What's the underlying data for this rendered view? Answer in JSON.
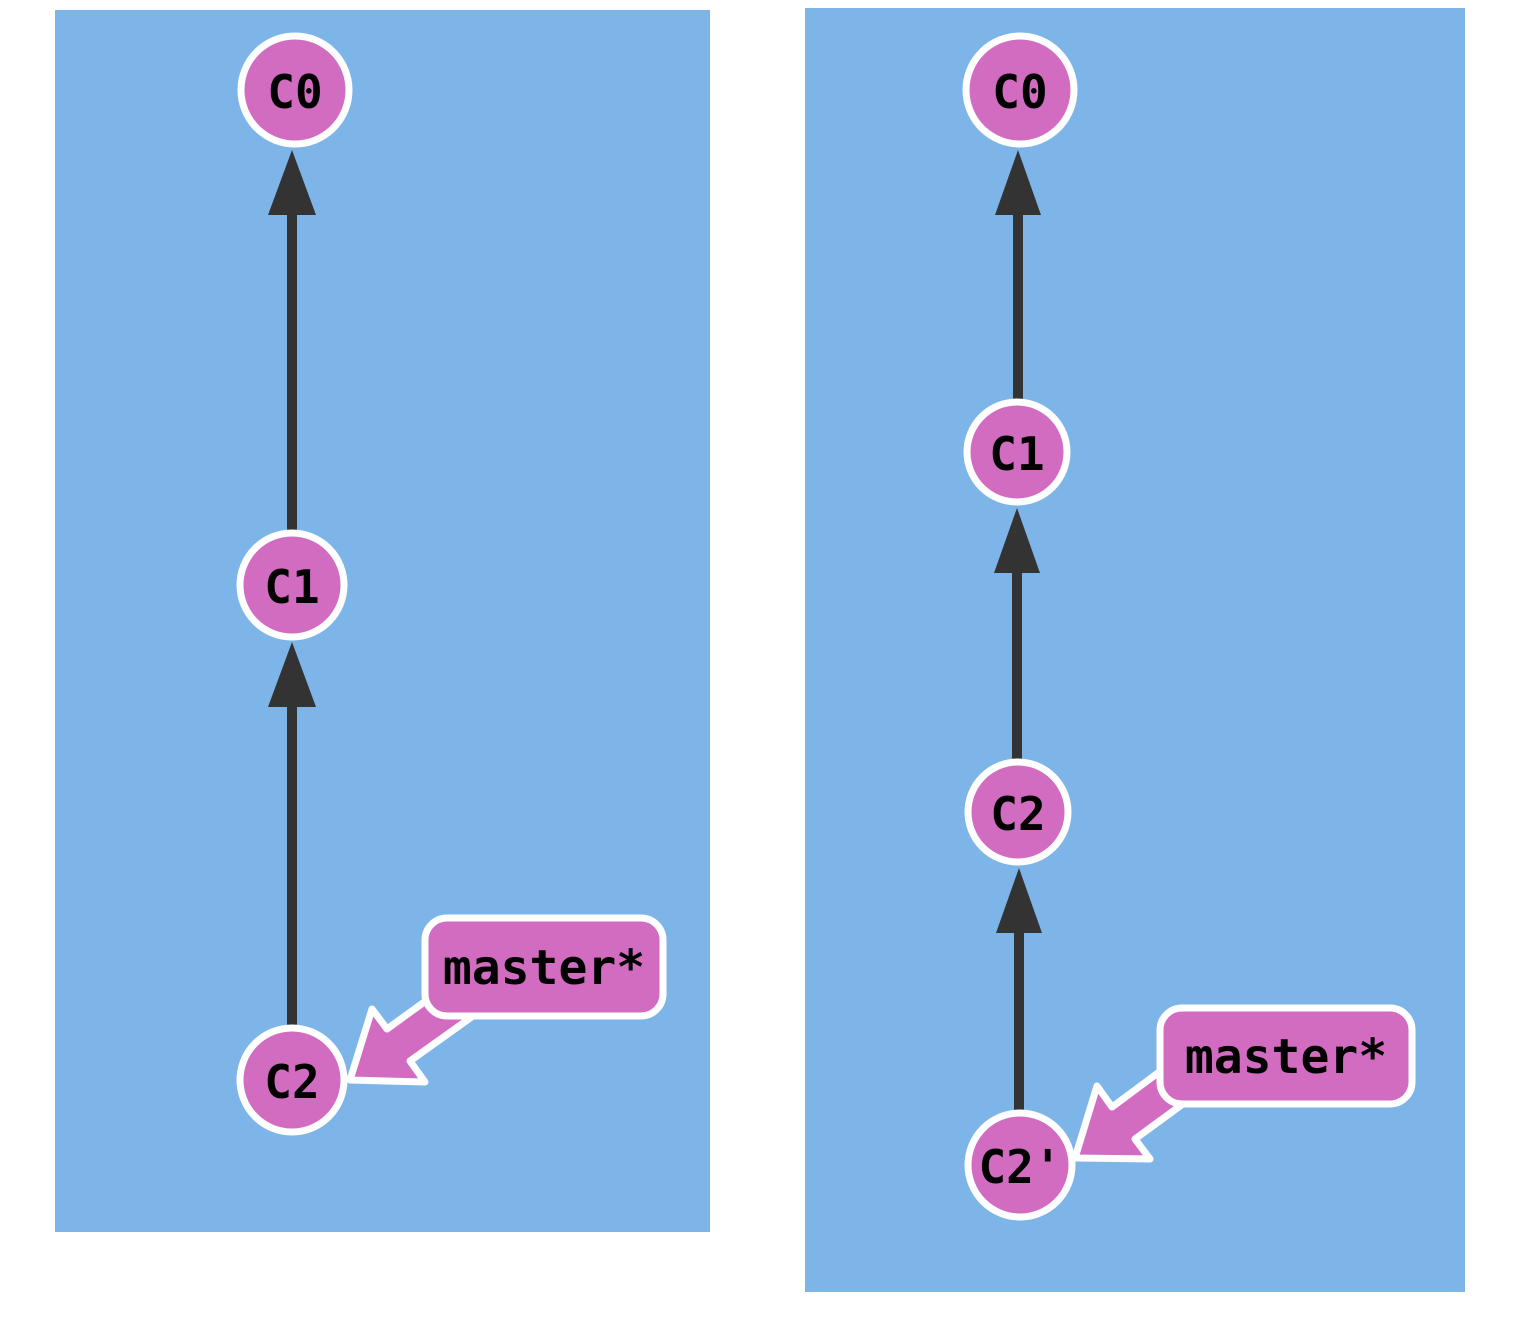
{
  "colors": {
    "panel_bg": "#7db5e8",
    "node_fill": "#d16cc0",
    "node_stroke": "#ffffff",
    "edge_color": "#333333",
    "label_fill": "#d16cc0",
    "label_text": "#000000"
  },
  "left_panel": {
    "commits": [
      {
        "id": "C0"
      },
      {
        "id": "C1"
      },
      {
        "id": "C2"
      }
    ],
    "branch_label": "master*"
  },
  "right_panel": {
    "commits": [
      {
        "id": "C0"
      },
      {
        "id": "C1"
      },
      {
        "id": "C2"
      },
      {
        "id": "C2'"
      }
    ],
    "branch_label": "master*"
  }
}
